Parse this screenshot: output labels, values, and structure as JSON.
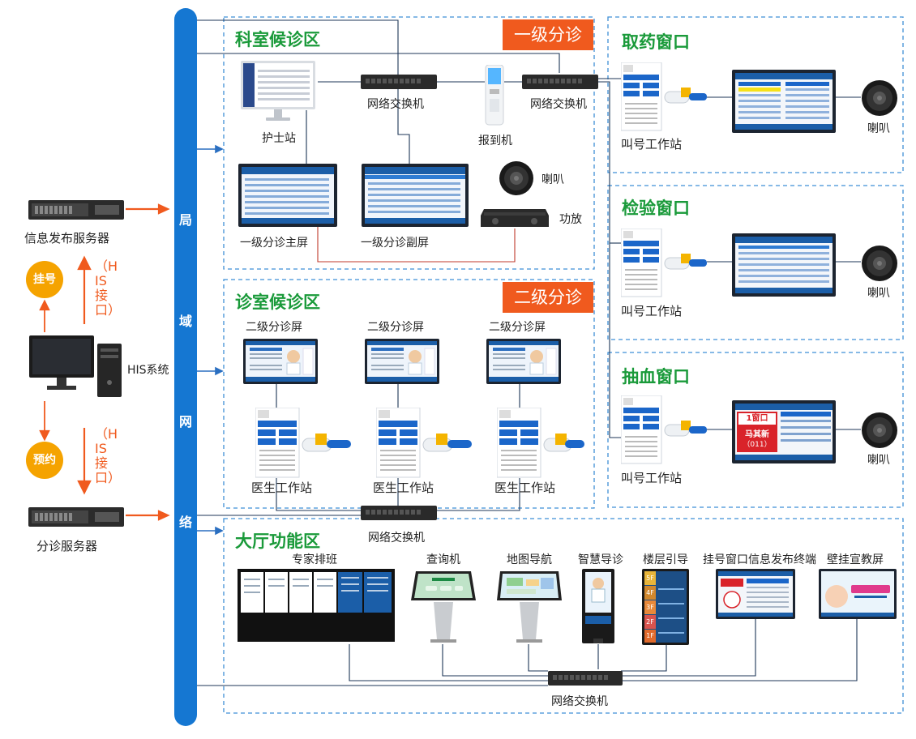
{
  "bus": {
    "chars": [
      "局",
      "域",
      "网",
      "络"
    ]
  },
  "left": {
    "info_server_label": "信息发布服务器",
    "his_label": "HIS系统",
    "triage_server_label": "分诊服务器",
    "register_label": "挂号",
    "appointment_label": "预约",
    "his_interface_upper": "（HIS接口）",
    "his_interface_lower": "（HIS接口）"
  },
  "zones": {
    "dept": {
      "title": "科室候诊区",
      "badge": "一级分诊",
      "nurse_station": "护士站",
      "switch": "网络交换机",
      "checkin": "报到机",
      "main_screen": "一级分诊主屏",
      "sub_screen": "一级分诊副屏",
      "speaker": "喇叭",
      "amplifier": "功放"
    },
    "clinic": {
      "title": "诊室候诊区",
      "badge": "二级分诊",
      "screen_label": "二级分诊屏",
      "workstation_label": "医生工作站",
      "switch": "网络交换机"
    },
    "pharmacy": {
      "title": "取药窗口",
      "switch": "网络交换机",
      "workstation": "叫号工作站",
      "speaker": "喇叭"
    },
    "lab": {
      "title": "检验窗口",
      "workstation": "叫号工作站",
      "speaker": "喇叭"
    },
    "blood": {
      "title": "抽血窗口",
      "workstation": "叫号工作站",
      "speaker": "喇叭"
    },
    "hall": {
      "title": "大厅功能区",
      "switch": "网络交换机",
      "items": [
        "专家排班",
        "查询机",
        "地图导航",
        "智慧导诊",
        "楼层引导",
        "挂号窗口信息发布终端",
        "壁挂宣教屏"
      ]
    }
  },
  "screen_texts": {
    "brand": "",
    "blood_window": "1窗口",
    "blood_name": "马其新",
    "blood_number": "（011）",
    "register_window": "",
    "floors": [
      "5F",
      "4F",
      "3F",
      "2F",
      "1F"
    ]
  },
  "colors": {
    "bus": "#1577d2",
    "accent": "#f05a1e",
    "zone_title": "#1a9a3a",
    "dash": "#3f8fd6",
    "orange_circle": "#f5a300"
  }
}
